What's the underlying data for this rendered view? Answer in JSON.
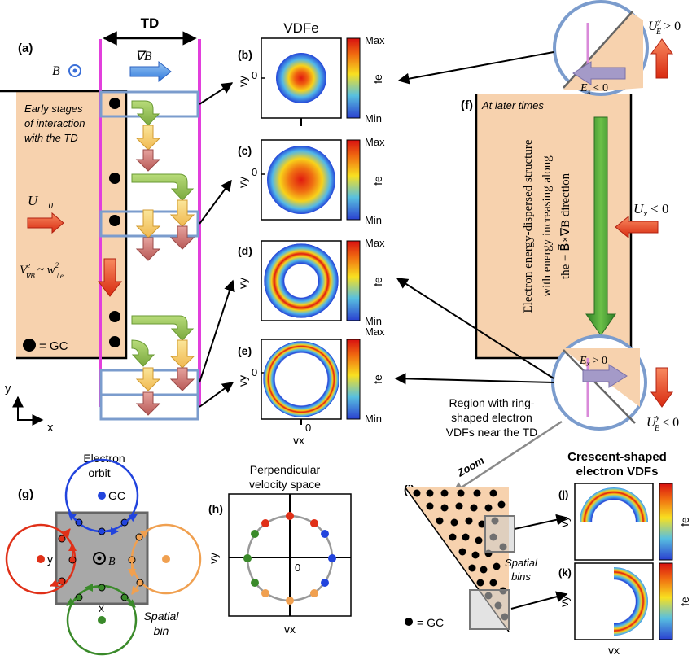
{
  "panel_a": {
    "label": "(a)",
    "td_label": "TD",
    "gradb": "∇B",
    "bfield": "B⃗",
    "early_line1": "Early stages",
    "early_line2": "of interaction",
    "early_line3": "with the TD",
    "u0": "U⃗",
    "u0_sub": "0",
    "vgradb_v": "V",
    "vgradb_sup": "e",
    "vgradb_sub": "∇B",
    "vgradb_tilde": "~ w",
    "vgradb_w_sup": "2",
    "vgradb_w_sub": "⊥e",
    "gc_legend": "= GC",
    "axis_y": "y",
    "axis_x": "x"
  },
  "vdf_title": "VDFe",
  "vdf_panels": [
    {
      "label": "(b)",
      "max": "Max",
      "min": "Min",
      "fe": "fe",
      "vy": "vy",
      "zero": "0"
    },
    {
      "label": "(c)",
      "max": "Max",
      "min": "Min",
      "fe": "fe",
      "vy": "vy",
      "zero": "0"
    },
    {
      "label": "(d)",
      "max": "Max",
      "min": "Min",
      "fe": "fe",
      "vy": "vy"
    },
    {
      "label": "(e)",
      "max": "Max",
      "min": "Min",
      "fe": "fe",
      "vy": "vy",
      "zero": "0"
    }
  ],
  "vdf_bottom": {
    "zero": "0",
    "vx": "vx"
  },
  "panel_f": {
    "label": "(f)",
    "later": "At later times",
    "ue_top_u": "U",
    "ue_top_sup": "y",
    "ue_top_sub": "E",
    "ue_top_rel": "> 0",
    "ex_top_e": "E",
    "ex_top_sub": "x",
    "ex_top_rel": "< 0",
    "ux_u": "U",
    "ux_sub": "x",
    "ux_rel": "< 0",
    "vertical_line1": "Electron energy-dispersed structure",
    "vertical_line2": "with energy increasing along",
    "vertical_line3": "the − B⃗×∇B direction",
    "ex_bot_e": "E",
    "ex_bot_sub": "x",
    "ex_bot_rel": "> 0",
    "ue_bot_u": "U",
    "ue_bot_sup": "y",
    "ue_bot_sub": "E",
    "ue_bot_rel": "< 0",
    "region_line1": "Region with ring-",
    "region_line2": "shaped electron",
    "region_line3": "VDFs near the TD"
  },
  "panel_g": {
    "label": "(g)",
    "orbit_line1": "Electron",
    "orbit_line2": "orbit",
    "gc": "GC",
    "y": "y",
    "x": "x",
    "bfield": "B⃗",
    "spatial_line1": "Spatial",
    "spatial_line2": "bin"
  },
  "panel_h": {
    "label": "(h)",
    "title_line1": "Perpendicular",
    "title_line2": "velocity space",
    "zero": "0",
    "vy": "vy",
    "vx": "vx"
  },
  "panel_i": {
    "label": "(i)",
    "zoom": "Zoom",
    "spatial_line1": "Spatial",
    "spatial_line2": "bins",
    "gc_legend": "= GC"
  },
  "crescent": {
    "title_line1": "Crescent-shaped",
    "title_line2": "electron VDFs",
    "label_j": "(j)",
    "label_k": "(k)",
    "vy_j": "vy",
    "vy_k": "vy",
    "fe_j": "fe",
    "fe_k": "fe",
    "vx": "vx"
  },
  "colors": {
    "td_magenta": "#e23fdc",
    "plasma_fill": "#f7d2ae",
    "bin_blue": "#7b9ccd",
    "arrow_red": "#e03a18",
    "arrow_green": "#3e8e2e",
    "crescent_red": "#d8100a"
  }
}
